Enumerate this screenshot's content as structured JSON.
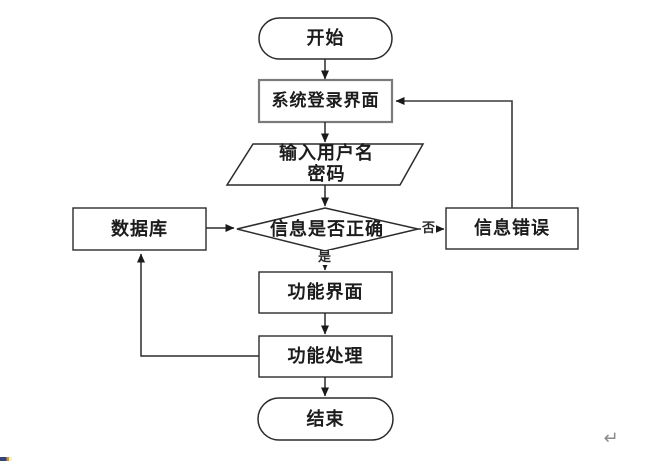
{
  "diagram": {
    "kind": "flowchart",
    "nodes": {
      "start": {
        "label": "开始",
        "shape": "terminator"
      },
      "login": {
        "label": "系统登录界面",
        "shape": "process"
      },
      "input": {
        "label": "输入用户名 密码",
        "line1": "输入用户名",
        "line2": "密码",
        "shape": "input-output"
      },
      "decision": {
        "label": "信息是否正确",
        "shape": "decision"
      },
      "database": {
        "label": "数据库",
        "shape": "process"
      },
      "error": {
        "label": "信息错误",
        "shape": "process"
      },
      "function_ui": {
        "label": "功能界面",
        "shape": "process"
      },
      "function_process": {
        "label": "功能处理",
        "shape": "process"
      },
      "end": {
        "label": "结束",
        "shape": "terminator"
      }
    },
    "edge_labels": {
      "no": "否",
      "yes": "是"
    },
    "edges": [
      {
        "from": "start",
        "to": "login"
      },
      {
        "from": "login",
        "to": "input"
      },
      {
        "from": "input",
        "to": "decision"
      },
      {
        "from": "decision",
        "to": "error",
        "label": "否"
      },
      {
        "from": "error",
        "to": "login"
      },
      {
        "from": "decision",
        "to": "function_ui",
        "label": "是"
      },
      {
        "from": "function_ui",
        "to": "function_process"
      },
      {
        "from": "function_process",
        "to": "end"
      },
      {
        "from": "function_process",
        "to": "database"
      },
      {
        "from": "database",
        "to": "decision"
      }
    ],
    "paragraph_mark": "↵",
    "colors": {
      "line": "#2b2b2b",
      "login_border": "#7a7a7a",
      "text": "#1c1c1c",
      "paragraph_mark": "#8a8a8a"
    }
  }
}
